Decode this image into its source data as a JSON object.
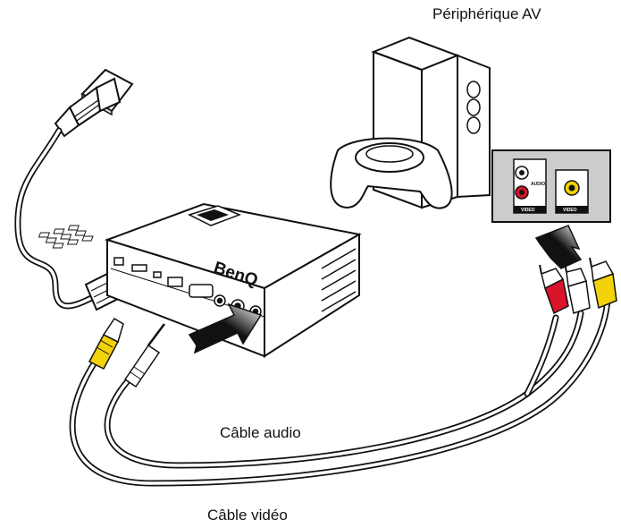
{
  "labels": {
    "av_device": "Périphérique AV",
    "audio_cable": "Câble audio",
    "video_cable": "Câble vidéo"
  },
  "projector": {
    "brand": "BenQ"
  },
  "port_panel": {
    "audio_port_label": "AUDIO",
    "video_port_label_left": "VIDEO",
    "video_port_label_right": "VIDEO"
  },
  "colors": {
    "outline": "#111111",
    "plug_red": "#d9142b",
    "plug_yellow": "#f2d20a",
    "panel_gray": "#cccccc",
    "arrow_fill": "#111111"
  }
}
